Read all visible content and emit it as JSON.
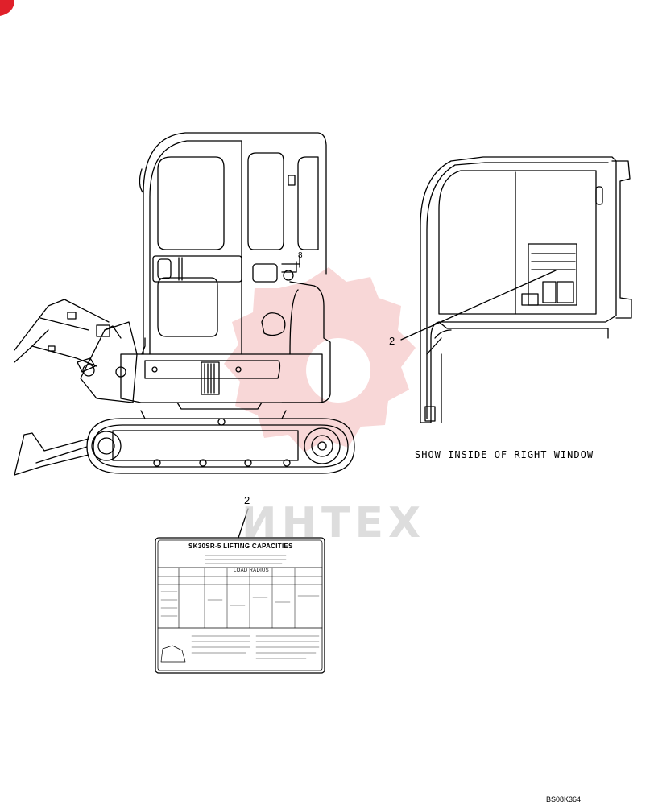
{
  "callouts": {
    "cab_label": "8",
    "window_decal": "2",
    "decal_detail": "2"
  },
  "caption": "SHOW INSIDE OF RIGHT WINDOW",
  "watermark": "ИНТЕХ",
  "decal": {
    "title": "SK30SR-5 LIFTING CAPACITIES",
    "header": "LOAD RADIUS"
  },
  "drawing_code": "BS08K364",
  "colors": {
    "line": "#000000",
    "watermark": "#f2b8b8"
  }
}
